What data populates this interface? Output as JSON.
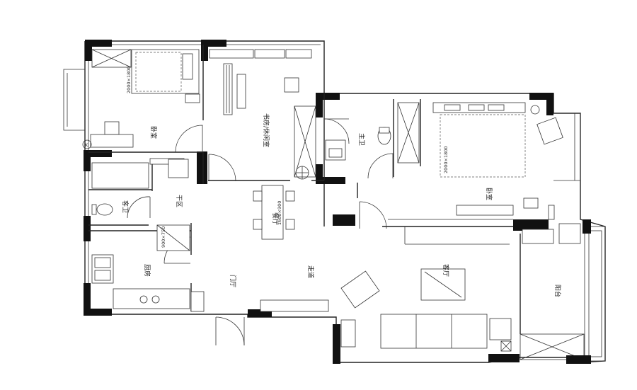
{
  "rooms": {
    "bedroom_1": "卧室",
    "study": "书房/休闲室",
    "master_bath": "主卫",
    "master_bedroom": "卧室",
    "guest_bath": "客卫",
    "dry_area": "干区",
    "dining": "餐厅",
    "kitchen": "厨房",
    "entrance": "门厅",
    "corridor": "走道",
    "living": "客厅",
    "balcony": "阳台"
  },
  "dimensions": {
    "bed_1": "2000×1800",
    "master_bed": "2000×1800",
    "dining_table": "1600×900",
    "cabinet": "900×750"
  },
  "compass_letter": "K",
  "colors": {
    "wall": "#111111",
    "line": "#333333",
    "background": "#ffffff"
  }
}
